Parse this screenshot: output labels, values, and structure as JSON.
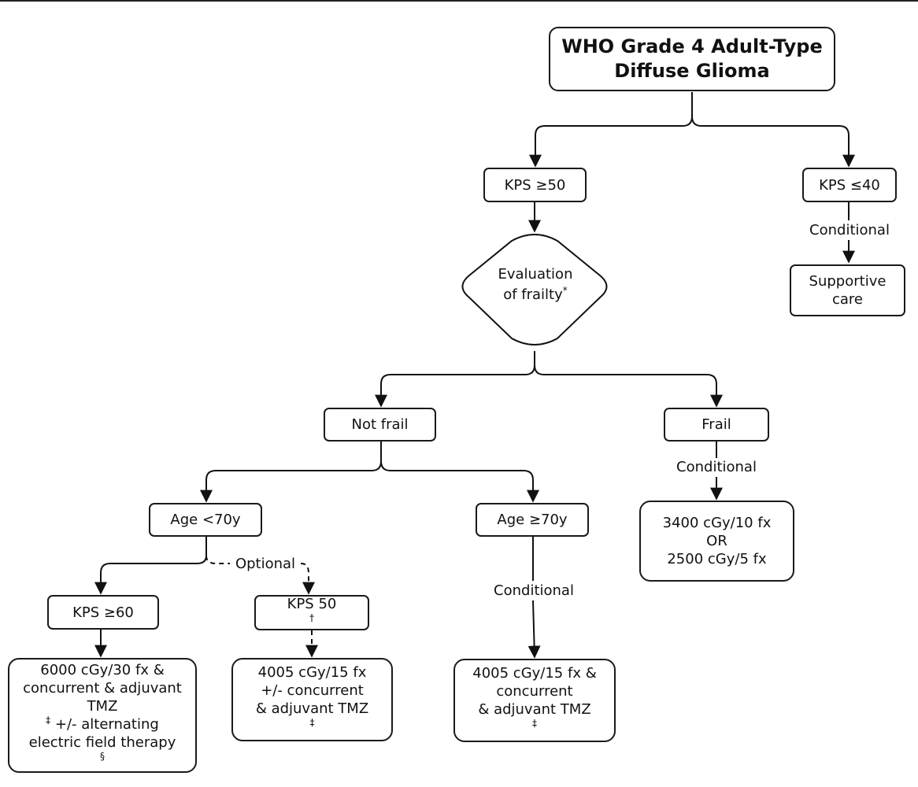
{
  "title": {
    "line1": "WHO Grade 4 Adult-Type",
    "line2": "Diffuse Glioma"
  },
  "nodes": {
    "kps_ge50": "KPS ≥50",
    "kps_le40": "KPS ≤40",
    "supportive": {
      "line1": "Supportive",
      "line2": "care"
    },
    "frailty": {
      "line1": "Evaluation",
      "line2": "of frailty",
      "mark": "*"
    },
    "not_frail": "Not frail",
    "frail": "Frail",
    "age_lt70": "Age <70y",
    "age_ge70": "Age ≥70y",
    "kps_ge60": "KPS ≥60",
    "kps_50": {
      "text": "KPS 50",
      "mark": "†"
    },
    "frail_tx": {
      "line1": "3400 cGy/10 fx",
      "line2": "OR",
      "line3": "2500 cGy/5 fx"
    },
    "tx_6000": {
      "line1": "6000 cGy/30 fx &",
      "line2": "concurrent & adjuvant",
      "line3a": "TMZ",
      "mark3": "‡",
      "line3b": " +/- alternating",
      "line4": "electric field therapy",
      "mark4": "§"
    },
    "tx_4005_opt": {
      "line1": "4005 cGy/15 fx",
      "line2": "+/- concurrent",
      "line3": "& adjuvant TMZ",
      "mark": "‡"
    },
    "tx_4005": {
      "line1": "4005 cGy/15 fx &",
      "line2": "concurrent",
      "line3": "& adjuvant TMZ",
      "mark": "‡"
    }
  },
  "edge_labels": {
    "conditional": "Conditional",
    "optional": "Optional"
  }
}
